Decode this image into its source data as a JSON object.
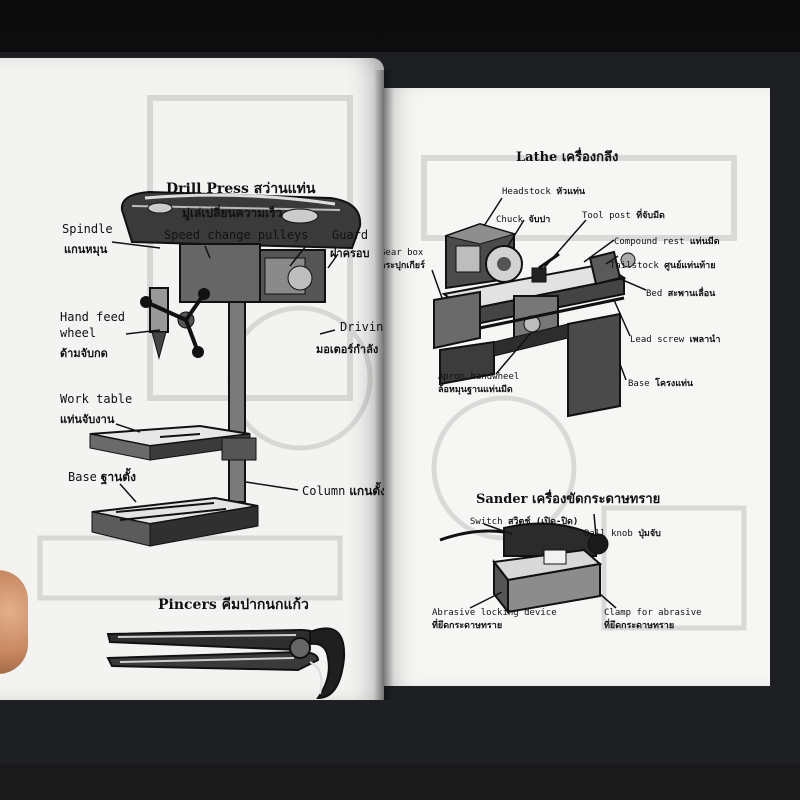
{
  "left_page": {
    "drill_press": {
      "title": "Drill Press",
      "title_thai": "สว่านแท่น",
      "labels": {
        "speed_pulleys_thai": "มู่เล่เปลี่ยนความเร็ว",
        "spindle": "Spindle",
        "spindle_thai": "แกนหมุน",
        "speed_pulleys": "Speed change pulleys",
        "guard": "Guard",
        "guard_thai": "ฝาครอบ",
        "hand_feed_wheel_1": "Hand feed",
        "hand_feed_wheel_2": "wheel",
        "hand_feed_wheel_thai": "ด้ามจับกด",
        "driving_motor": "Driving",
        "driving_motor_thai": "มอเตอร์กำลัง",
        "work_table": "Work table",
        "work_table_thai": "แท่นจับงาน",
        "base": "Base",
        "base_thai": "ฐานตั้ง",
        "column": "Column",
        "column_thai": "แกนตั้ง"
      }
    },
    "pincers": {
      "title": "Pincers",
      "title_thai": "คีมปากนกแก้ว"
    }
  },
  "right_page": {
    "lathe": {
      "title": "Lathe",
      "title_thai": "เครื่องกลึง",
      "labels": {
        "headstock": "Headstock",
        "headstock_thai": "หัวแท่น",
        "chuck": "Chuck",
        "chuck_thai": "จับปา",
        "tool_post": "Tool post",
        "tool_post_thai": "ที่จับมีด",
        "gear_box": "Gear box",
        "gear_box_thai": "กระปุกเกียร์",
        "compound_rest": "Compound rest",
        "compound_rest_thai": "แท่นมีด",
        "tailstock": "Tailstock",
        "tailstock_thai": "ศูนย์แท่นท้าย",
        "bed": "Bed",
        "bed_thai": "สะพานเลื่อน",
        "lead_screw": "Lead screw",
        "lead_screw_thai": "เพลานำ",
        "apron_handwheel": "Apron handwheel",
        "apron_handwheel_thai": "ล้อหมุนฐานแท่นมีด",
        "base": "Base",
        "base_thai": "โครงแท่น"
      }
    },
    "sander": {
      "title": "Sander",
      "title_thai": "เครื่องขัดกระดาษทราย",
      "labels": {
        "switch": "Switch",
        "switch_thai": "สวิตช์ (เปิด-ปิด)",
        "ball_knob": "Ball knob",
        "ball_knob_thai": "ปุ่มจับ",
        "abrasive_locking": "Abrasive locking device",
        "abrasive_locking_thai": "ที่ยึดกระดาษทราย",
        "clamp": "Clamp for abrasive",
        "clamp_thai": "ที่ยึดกระดาษทราย"
      }
    }
  }
}
